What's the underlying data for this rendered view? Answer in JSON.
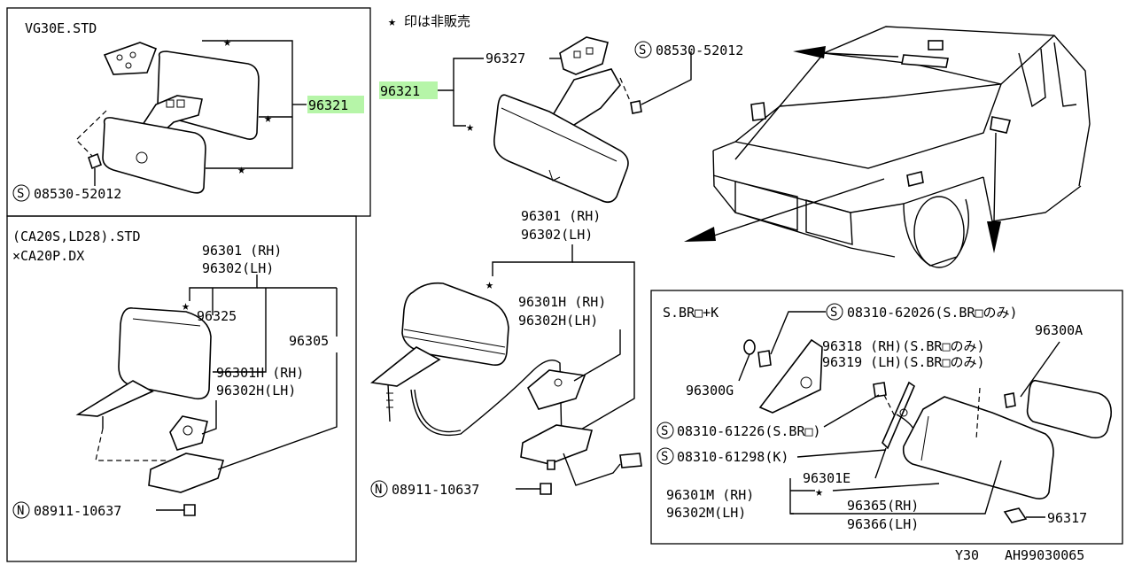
{
  "note": "★ 印は非販売",
  "footer": {
    "model": "Y30",
    "code": "AH99030065"
  },
  "panel_vg30e": {
    "title": "VG30E.STD",
    "part_assembly": "96321",
    "screw": "08530-52012",
    "screw_symbol": "S"
  },
  "panel_ca20s": {
    "title_line1": "(CA20S,LD28).STD",
    "title_line2": "×CA20P.DX",
    "mirror_rh": "96301 (RH)",
    "mirror_lh": "96302(LH)",
    "glass": "96325",
    "cover": "96305",
    "housing_rh": "96301H (RH)",
    "housing_lh": "96302H(LH)",
    "nut": "08911-10637",
    "nut_symbol": "N"
  },
  "center_top": {
    "assembly": "96321",
    "bracket": "96327",
    "screw": "08530-52012",
    "screw_symbol": "S"
  },
  "center_mid": {
    "mirror_rh": "96301 (RH)",
    "mirror_lh": "96302(LH)",
    "housing_rh": "96301H (RH)",
    "housing_lh": "96302H(LH)",
    "nut": "08911-10637",
    "nut_symbol": "N"
  },
  "panel_sbr": {
    "title": "S.BR□+K",
    "screw_top": "08310-62026(S.BR□のみ)",
    "bracket_rh": "96318 (RH)(S.BR□のみ)",
    "bracket_lh": "96319 (LH)(S.BR□のみ)",
    "glass_a": "96300A",
    "grommet": "96300G",
    "screw_mid": "08310-61226(S.BR□)",
    "screw_k": "08310-61298(K)",
    "escutcheon": "96301E",
    "mirror_rh": "96301M (RH)",
    "mirror_lh": "96302M(LH)",
    "cover_rh": "96365(RH)",
    "cover_lh": "96366(LH)",
    "clip": "96317",
    "symbol": "S"
  }
}
